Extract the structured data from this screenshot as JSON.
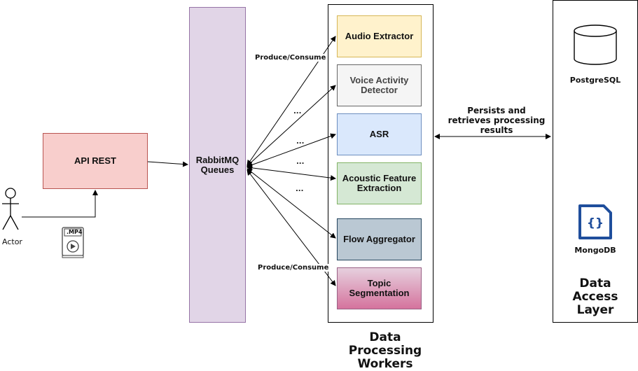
{
  "actor": {
    "label": "Actor"
  },
  "file_icon": {
    "label": ".MP4"
  },
  "api": {
    "label": "API REST",
    "fill": "#f8cecc",
    "stroke": "#b85450"
  },
  "queue": {
    "label_line1": "RabbitMQ",
    "label_line2": "Queues",
    "fill": "#e1d5e7",
    "stroke": "#9673a6"
  },
  "workers_container": {
    "title_line1": "Data",
    "title_line2": "Processing",
    "title_line3": "Workers"
  },
  "workers": [
    {
      "line1": "Audio Extractor",
      "line2": "",
      "fill": "#fff2cc",
      "stroke": "#d6b656",
      "text_color": "#111111"
    },
    {
      "line1": "Voice Activity",
      "line2": "Detector",
      "fill": "#f5f5f5",
      "stroke": "#666666",
      "text_color": "#444444"
    },
    {
      "line1": "ASR",
      "line2": "",
      "fill": "#dae8fc",
      "stroke": "#6c8ebf",
      "text_color": "#111111"
    },
    {
      "line1": "Acoustic Feature",
      "line2": "Extraction",
      "fill": "#d5e8d4",
      "stroke": "#82b366",
      "text_color": "#111111"
    },
    {
      "line1": "Flow Aggregator",
      "line2": "",
      "fill": "#bac8d3",
      "stroke": "#23445d",
      "text_color": "#111111"
    },
    {
      "line1": "Topic",
      "line2": "Segmentation",
      "fill": "#e6d0de",
      "stroke": "#996185",
      "text_color": "#111111",
      "gradient_to": "#d5739d"
    }
  ],
  "edge_labels": {
    "produce_consume_top": "Produce/Consume",
    "produce_consume_bottom": "Produce/Consume",
    "ellipsis": "...",
    "persists_line1": "Persists and",
    "persists_line2": "retrieves processing",
    "persists_line3": "results"
  },
  "data_layer": {
    "title_line1": "Data",
    "title_line2": "Access",
    "title_line3": "Layer",
    "postgres_label": "PostgreSQL",
    "mongo_label": "MongoDB",
    "mongo_icon_color": "#1f4e9c"
  }
}
